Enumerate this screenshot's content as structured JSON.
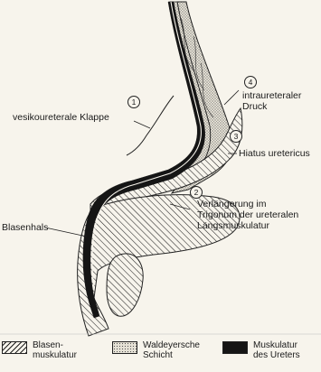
{
  "labels": {
    "klappe": "vesikoureterale Klappe",
    "druck_line1": "intraureteraler",
    "druck_line2": "Druck",
    "hiatus": "Hiatus uretericus",
    "verl_line1": "Verlängerung im",
    "verl_line2": "Trigonum der ureteralen",
    "verl_line3": "Längsmuskulatur",
    "blasenhals": "Blasenhals"
  },
  "numbers": {
    "n1": "1",
    "n2": "2",
    "n3": "3",
    "n4": "4"
  },
  "legend": {
    "blasenmuskulatur": "Blasen-\nmuskulatur",
    "waldeyer": "Waldeyersche\nSchicht",
    "ureter": "Muskulatur\ndes Ureters"
  },
  "colors": {
    "ink": "#1a1a1a",
    "paper": "#f7f4ec",
    "muscle": "#151515"
  }
}
